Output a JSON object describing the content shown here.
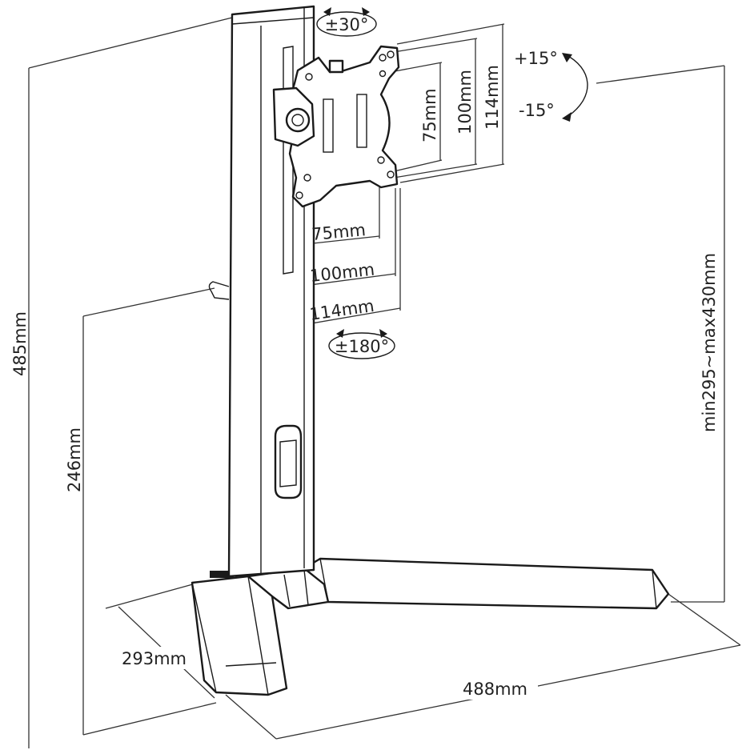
{
  "dimensions": {
    "total_height": "485mm",
    "pole_height": "246mm",
    "adjust_range": "min295~max430mm",
    "base_depth": "293mm",
    "base_width": "488mm",
    "vesa_h_75": "75mm",
    "vesa_h_100": "100mm",
    "vesa_h_114": "114mm",
    "vesa_v_75": "75mm",
    "vesa_v_100": "100mm",
    "vesa_v_114": "114mm"
  },
  "rotations": {
    "swivel": "±30°",
    "rotate": "±180°",
    "tilt_up": "+15°",
    "tilt_down": "-15°"
  },
  "colors": {
    "line": "#1a1a1a",
    "text": "#222222",
    "background": "#ffffff"
  }
}
